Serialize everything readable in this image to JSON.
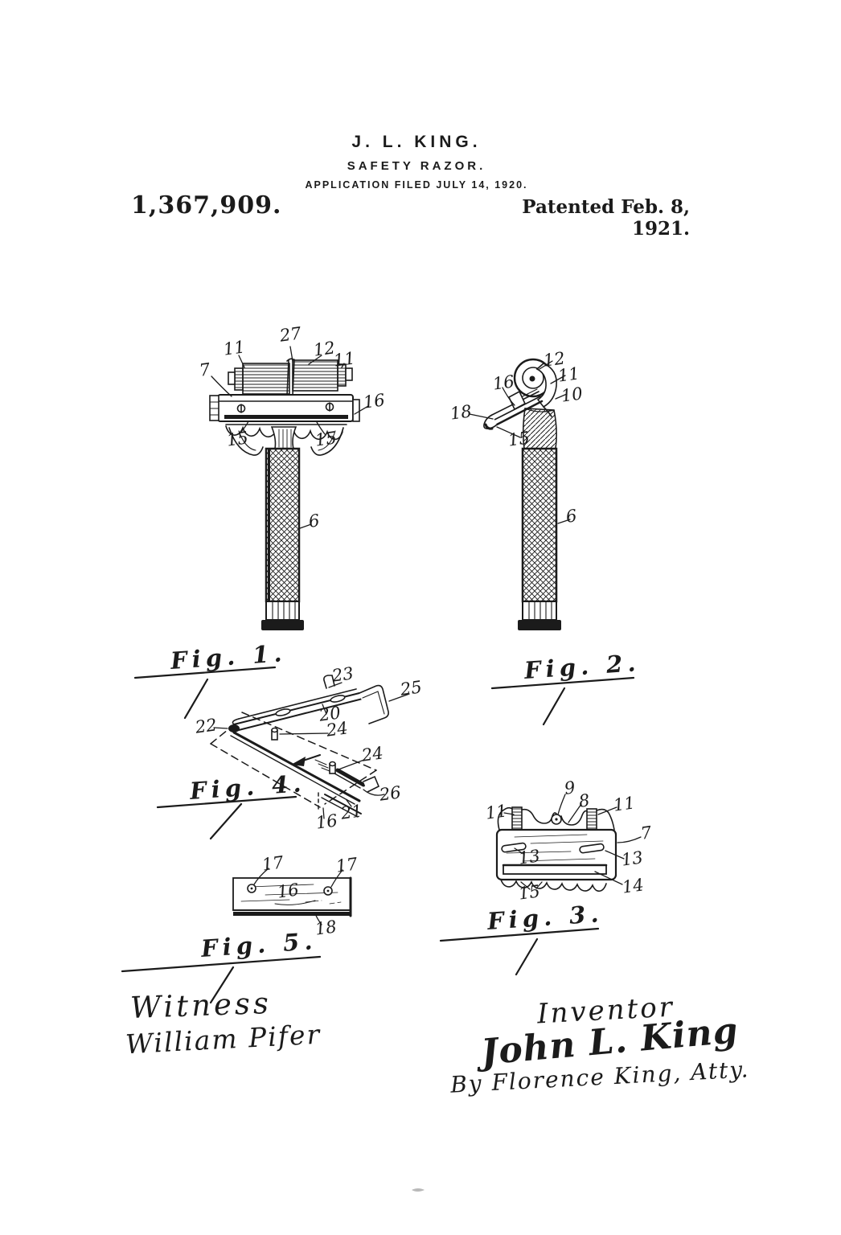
{
  "header": {
    "inventor_name": "J. L. KING.",
    "invention_title": "SAFETY RAZOR.",
    "application_line": "APPLICATION FILED JULY 14, 1920.",
    "patent_number": "1,367,909.",
    "patent_date": "Patented Feb. 8, 1921."
  },
  "figures": {
    "fig1": {
      "label": "Fig. 1.",
      "refs": {
        "n7": "7",
        "n11a": "11",
        "n27": "27",
        "n12": "12",
        "n11b": "11",
        "n16": "16",
        "n15a": "15",
        "n15b": "15",
        "n6": "6"
      }
    },
    "fig2": {
      "label": "Fig. 2.",
      "refs": {
        "n12": "12",
        "n11": "11",
        "n10": "10",
        "n16": "16",
        "n18": "18",
        "n15": "15",
        "n6": "6"
      }
    },
    "fig4": {
      "label": "Fig. 4.",
      "refs": {
        "n23": "23",
        "n25": "25",
        "n20": "20",
        "n22": "22",
        "n24a": "24",
        "n24b": "24",
        "n26": "26",
        "n21": "21",
        "n16": "16"
      }
    },
    "fig3": {
      "label": "Fig. 3.",
      "refs": {
        "n9": "9",
        "n8": "8",
        "n11a": "11",
        "n11b": "11",
        "n7": "7",
        "n13a": "13",
        "n13b": "13",
        "n14": "14",
        "n15": "15"
      }
    },
    "fig5": {
      "label": "Fig. 5.",
      "refs": {
        "n17a": "17",
        "n17b": "17",
        "n16": "16",
        "n18": "18"
      }
    }
  },
  "signatures": {
    "witness_label": "Witness",
    "witness_name": "William Pifer",
    "inventor_label": "Inventor",
    "inventor_signature": "John L. King",
    "attorney_line": "By Florence King, Atty."
  }
}
